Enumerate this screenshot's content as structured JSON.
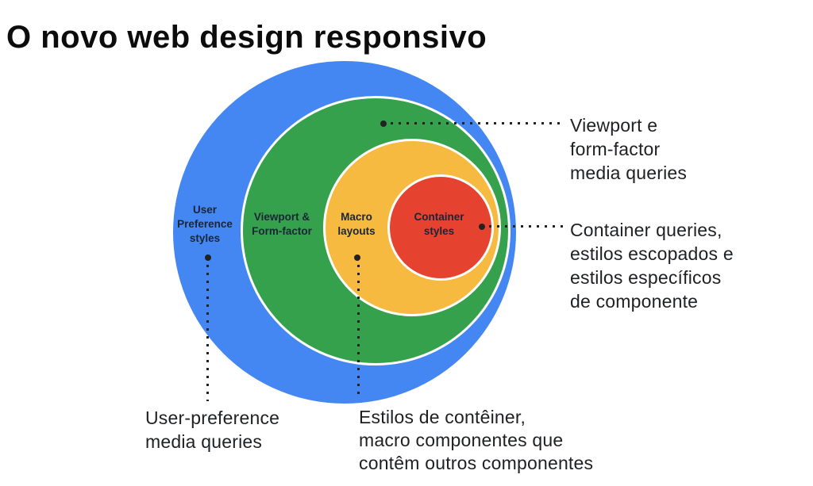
{
  "title": "O novo web design responsivo",
  "colors": {
    "blue": "#4487F2",
    "green": "#35A14D",
    "yellow": "#F6BA40",
    "red": "#E5432F",
    "ring_label": "#1A2638",
    "annotation": "#1F2023",
    "dotted": "#222222"
  },
  "rings": [
    {
      "id": "user-preference-styles",
      "color": "#4487F2",
      "label_lines": [
        "User",
        "Preference",
        "styles"
      ]
    },
    {
      "id": "viewport-form-factor",
      "color": "#35A14D",
      "label_lines": [
        "Viewport &",
        "Form-factor"
      ]
    },
    {
      "id": "macro-layouts",
      "color": "#F6BA40",
      "label_lines": [
        "Macro",
        "layouts"
      ]
    },
    {
      "id": "container-styles",
      "color": "#E5432F",
      "label_lines": [
        "Container",
        "styles"
      ]
    }
  ],
  "annotations": {
    "viewport_media_queries": {
      "lines": [
        "Viewport e",
        "form-factor",
        "media queries"
      ]
    },
    "container_queries": {
      "lines": [
        "Container queries,",
        "estilos escopados e",
        "estilos específicos",
        "de componente"
      ]
    },
    "user_preference": {
      "lines": [
        "User-preference",
        "media queries"
      ]
    },
    "container_styles": {
      "lines": [
        "Estilos de contêiner,",
        "macro componentes que",
        "contêm outros componentes"
      ]
    }
  }
}
